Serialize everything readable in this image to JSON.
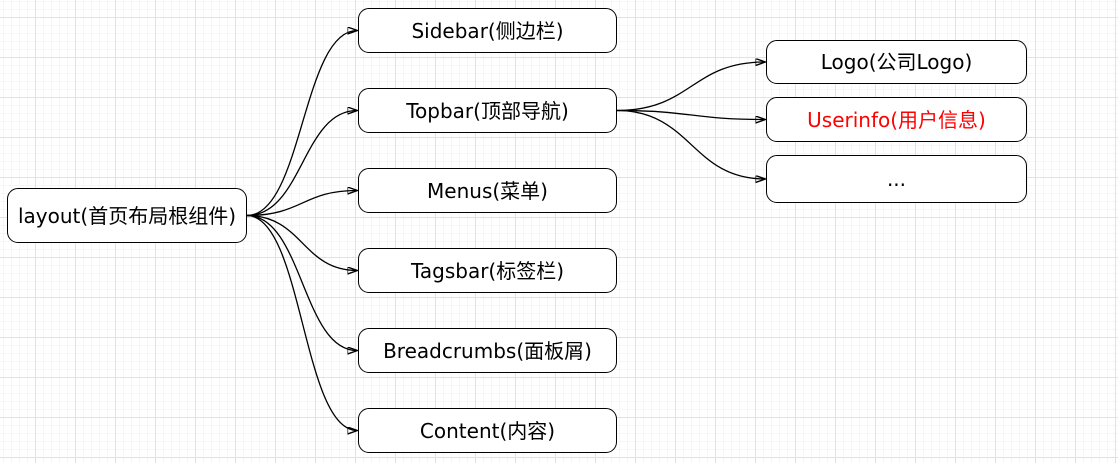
{
  "canvas": {
    "background_color": "#ffffff",
    "grid_major_color": "#e2e2e2",
    "grid_minor_color": "#f6f6f6",
    "node_border_color": "#000000",
    "edge_color": "#000000",
    "highlight_color": "#ff0000"
  },
  "nodes": {
    "layout": {
      "label": "layout(首页布局根组件)",
      "color": "#000000"
    },
    "sidebar": {
      "label": "Sidebar(侧边栏)",
      "color": "#000000"
    },
    "topbar": {
      "label": "Topbar(顶部导航)",
      "color": "#000000"
    },
    "menus": {
      "label": "Menus(菜单)",
      "color": "#000000"
    },
    "tagsbar": {
      "label": "Tagsbar(标签栏)",
      "color": "#000000"
    },
    "breadcrumbs": {
      "label": "Breadcrumbs(面板屑)",
      "color": "#000000"
    },
    "content": {
      "label": "Content(内容)",
      "color": "#000000"
    },
    "logo": {
      "label": "Logo(公司Logo)",
      "color": "#000000"
    },
    "userinfo": {
      "label": "Userinfo(用户信息)",
      "color": "#ff0000"
    },
    "more": {
      "label": "...",
      "color": "#000000"
    }
  },
  "edges": [
    {
      "from": "layout",
      "to": "sidebar"
    },
    {
      "from": "layout",
      "to": "topbar"
    },
    {
      "from": "layout",
      "to": "menus"
    },
    {
      "from": "layout",
      "to": "tagsbar"
    },
    {
      "from": "layout",
      "to": "breadcrumbs"
    },
    {
      "from": "layout",
      "to": "content"
    },
    {
      "from": "topbar",
      "to": "logo"
    },
    {
      "from": "topbar",
      "to": "userinfo"
    },
    {
      "from": "topbar",
      "to": "more"
    }
  ]
}
